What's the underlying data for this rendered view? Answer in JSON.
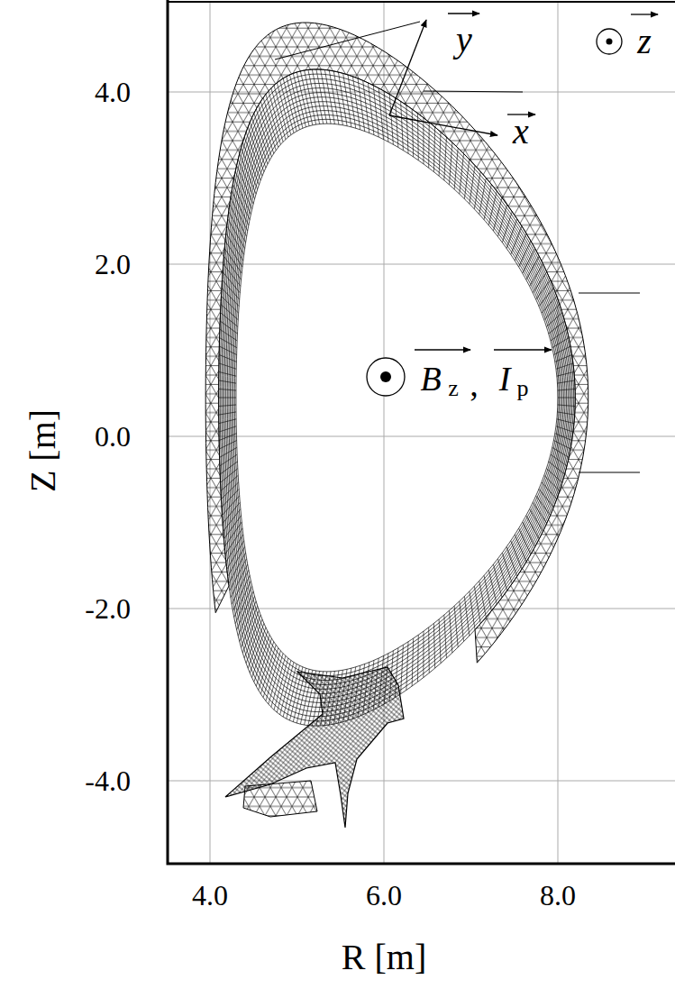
{
  "diagram": {
    "labels": [
      "y",
      "z",
      "x",
      "B",
      "z",
      ",",
      "I",
      "p",
      "4.0",
      "2.0",
      "0.0",
      "-2.0",
      "-4.0",
      "Z [m]",
      "4.0",
      "6.0",
      "8.0",
      "R [m]"
    ]
  }
}
